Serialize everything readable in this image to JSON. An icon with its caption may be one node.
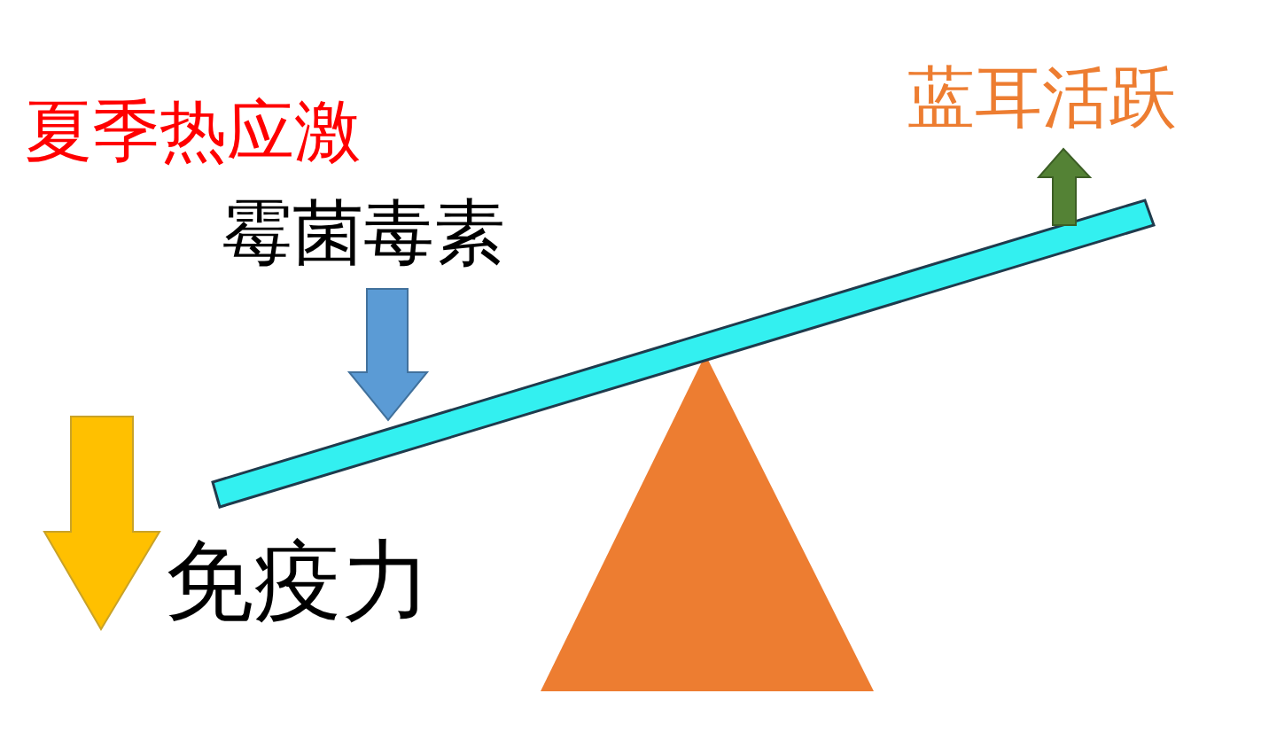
{
  "diagram": {
    "labels": [
      "夏季热应激",
      "蓝耳活跃",
      "霉菌毒素",
      "免疫力"
    ]
  }
}
